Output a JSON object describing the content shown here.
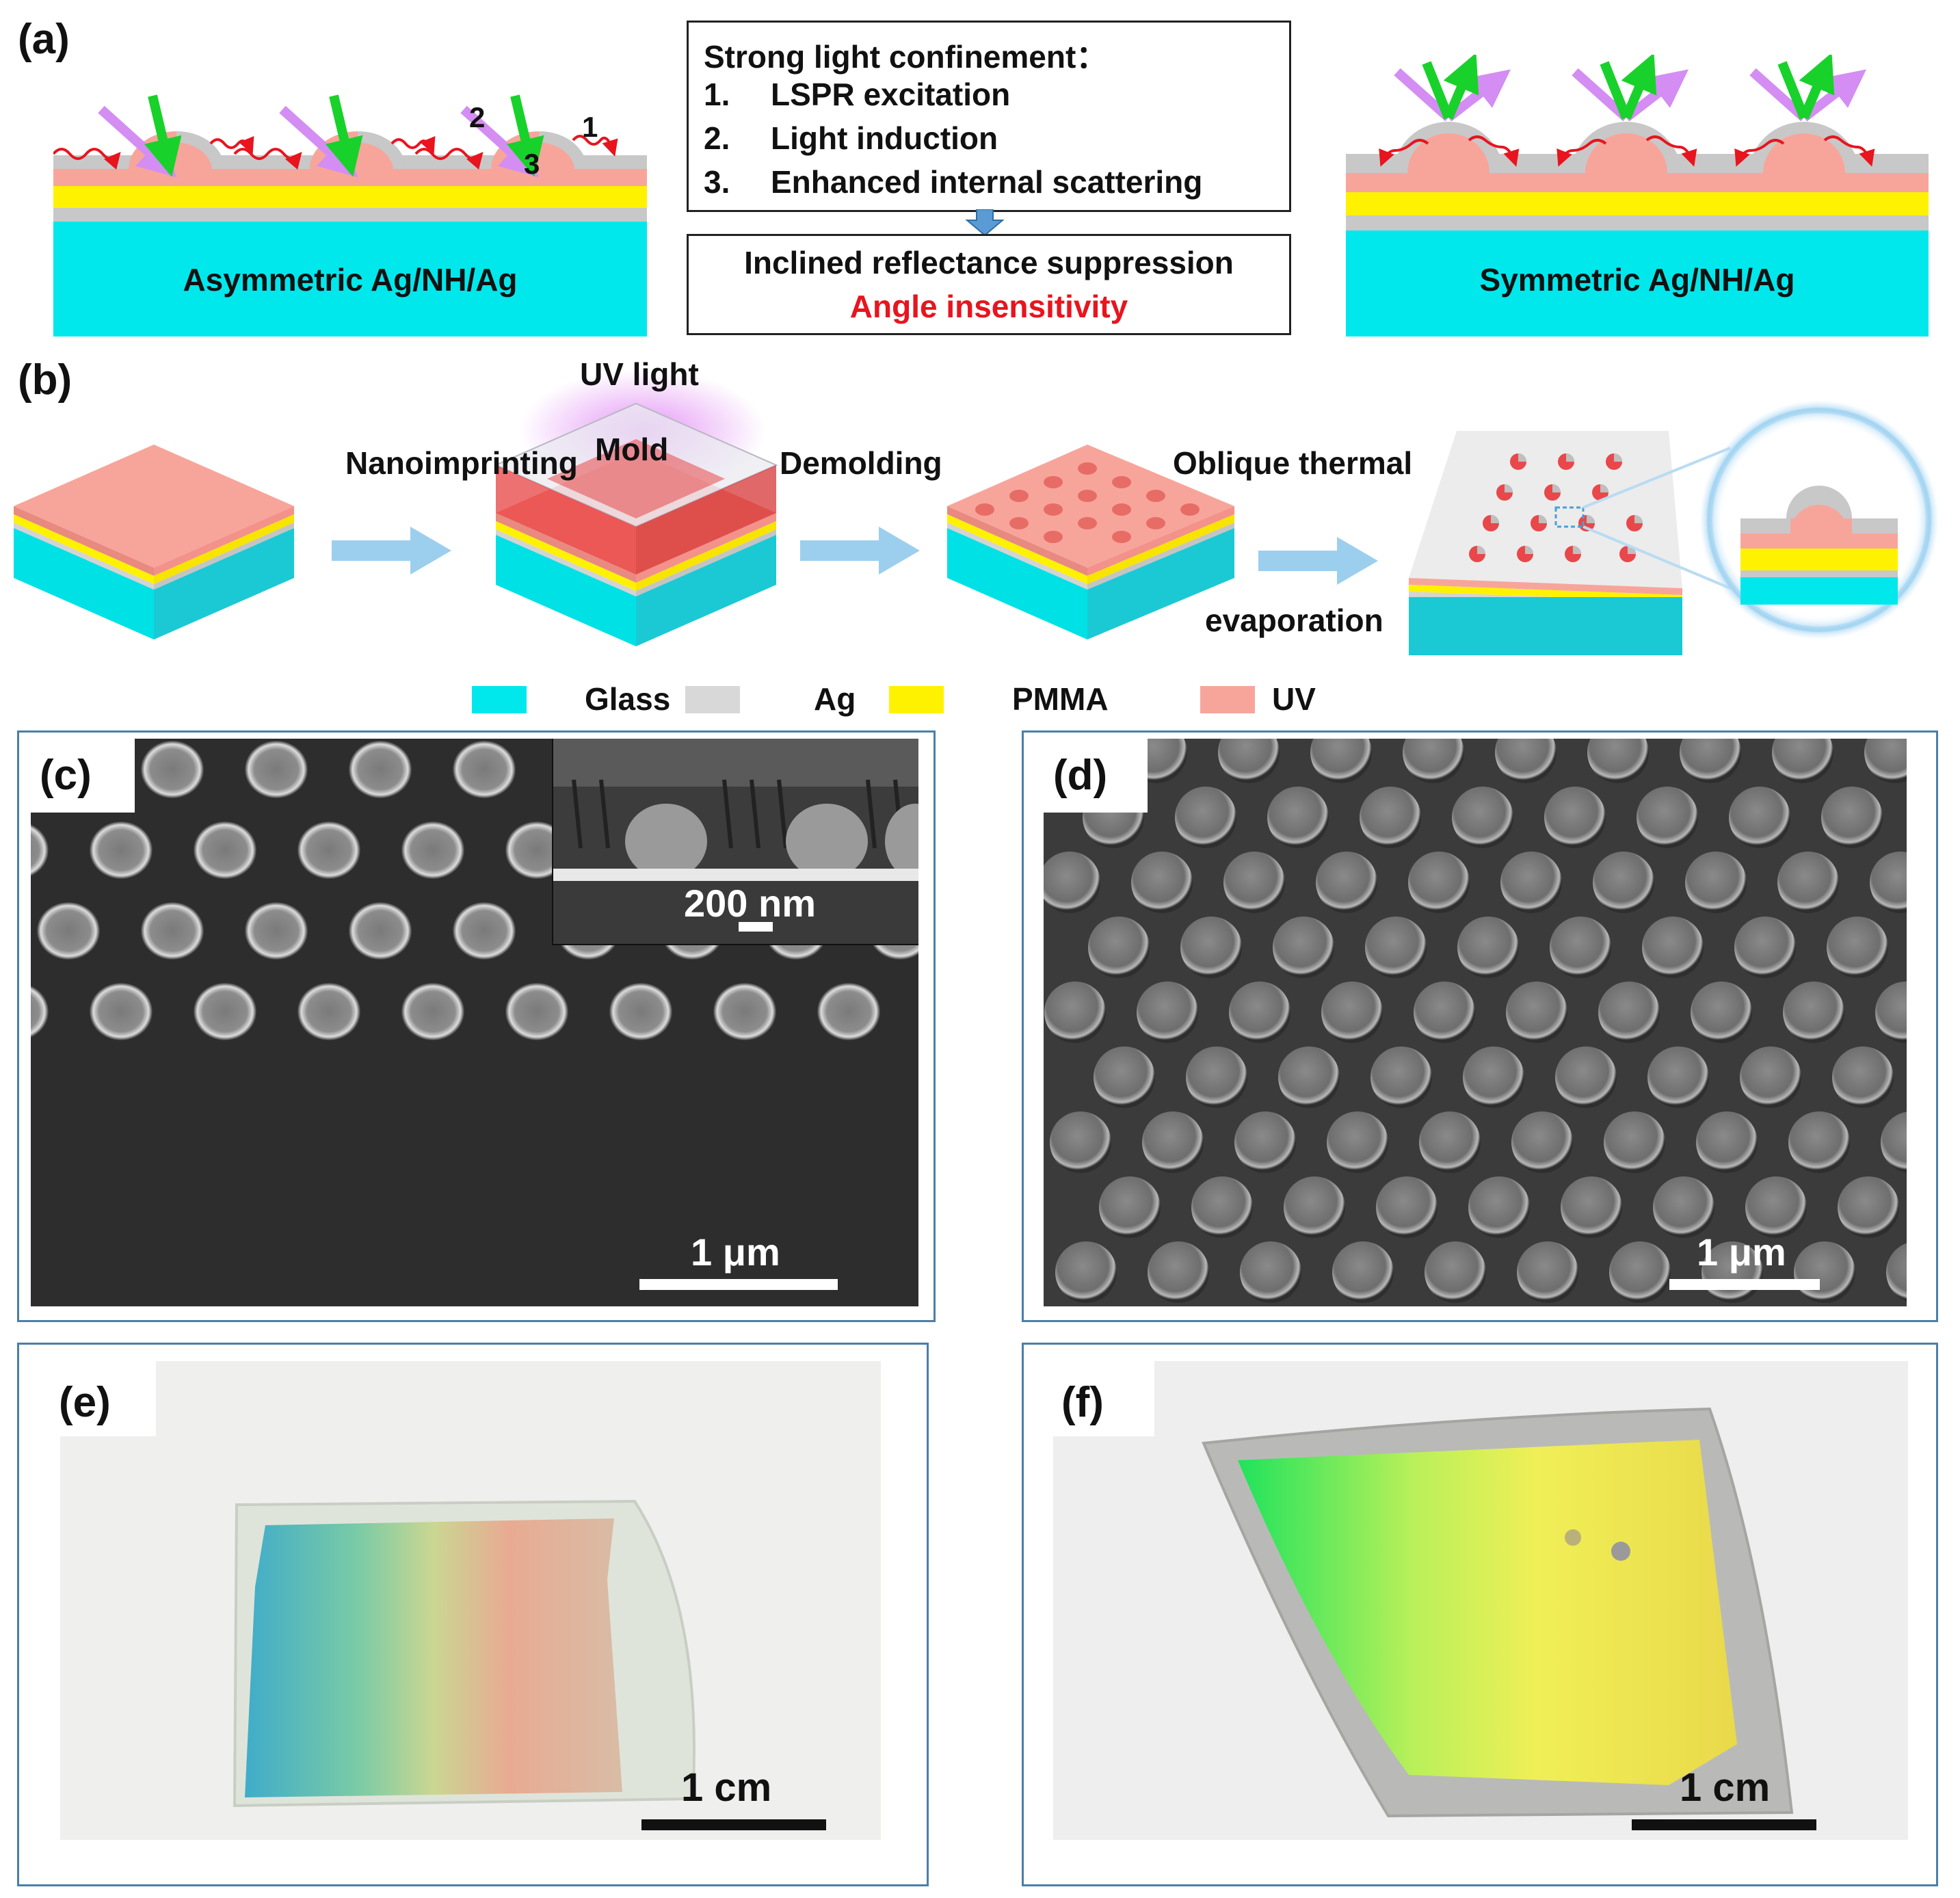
{
  "panel_a": {
    "label": "(a)",
    "left_title": "Asymmetric Ag/NH/Ag",
    "right_title": "Symmetric Ag/NH/Ag",
    "markers": [
      "1",
      "2",
      "3"
    ],
    "confinement": {
      "title": "Strong light confinement：",
      "items": [
        {
          "num": "1.",
          "text": "LSPR excitation"
        },
        {
          "num": "2.",
          "text": "Light induction"
        },
        {
          "num": "3.",
          "text": "Enhanced internal scattering"
        }
      ]
    },
    "result": {
      "line1": "Inclined reflectance suppression",
      "line2": "Angle insensitivity"
    }
  },
  "panel_b": {
    "label": "(b)",
    "steps": {
      "uv_light": "UV light",
      "mold": "Mold",
      "nanoimprinting": "Nanoimprinting",
      "demolding": "Demolding",
      "oblique_line1": "Oblique thermal",
      "oblique_line2": "evaporation"
    },
    "legend": [
      {
        "name": "Glass",
        "color": "#00e8ec"
      },
      {
        "name": "Ag",
        "color": "#d8d8d8"
      },
      {
        "name": "PMMA",
        "color": "#fff200"
      },
      {
        "name": "UV",
        "color": "#f7a59b"
      }
    ]
  },
  "panel_c": {
    "label": "(c)",
    "scale": "1 μm",
    "inset_scale": "200 nm"
  },
  "panel_d": {
    "label": "(d)",
    "scale": "1 μm"
  },
  "panel_e": {
    "label": "(e)",
    "scale": "1 cm"
  },
  "panel_f": {
    "label": "(f)",
    "scale": "1 cm"
  },
  "colors": {
    "glass": "#00e8ec",
    "ag": "#c8c8c8",
    "pmma": "#fff200",
    "uv": "#f7a59b",
    "accent_red": "#e8141e",
    "frame": "#4a7fa8"
  }
}
